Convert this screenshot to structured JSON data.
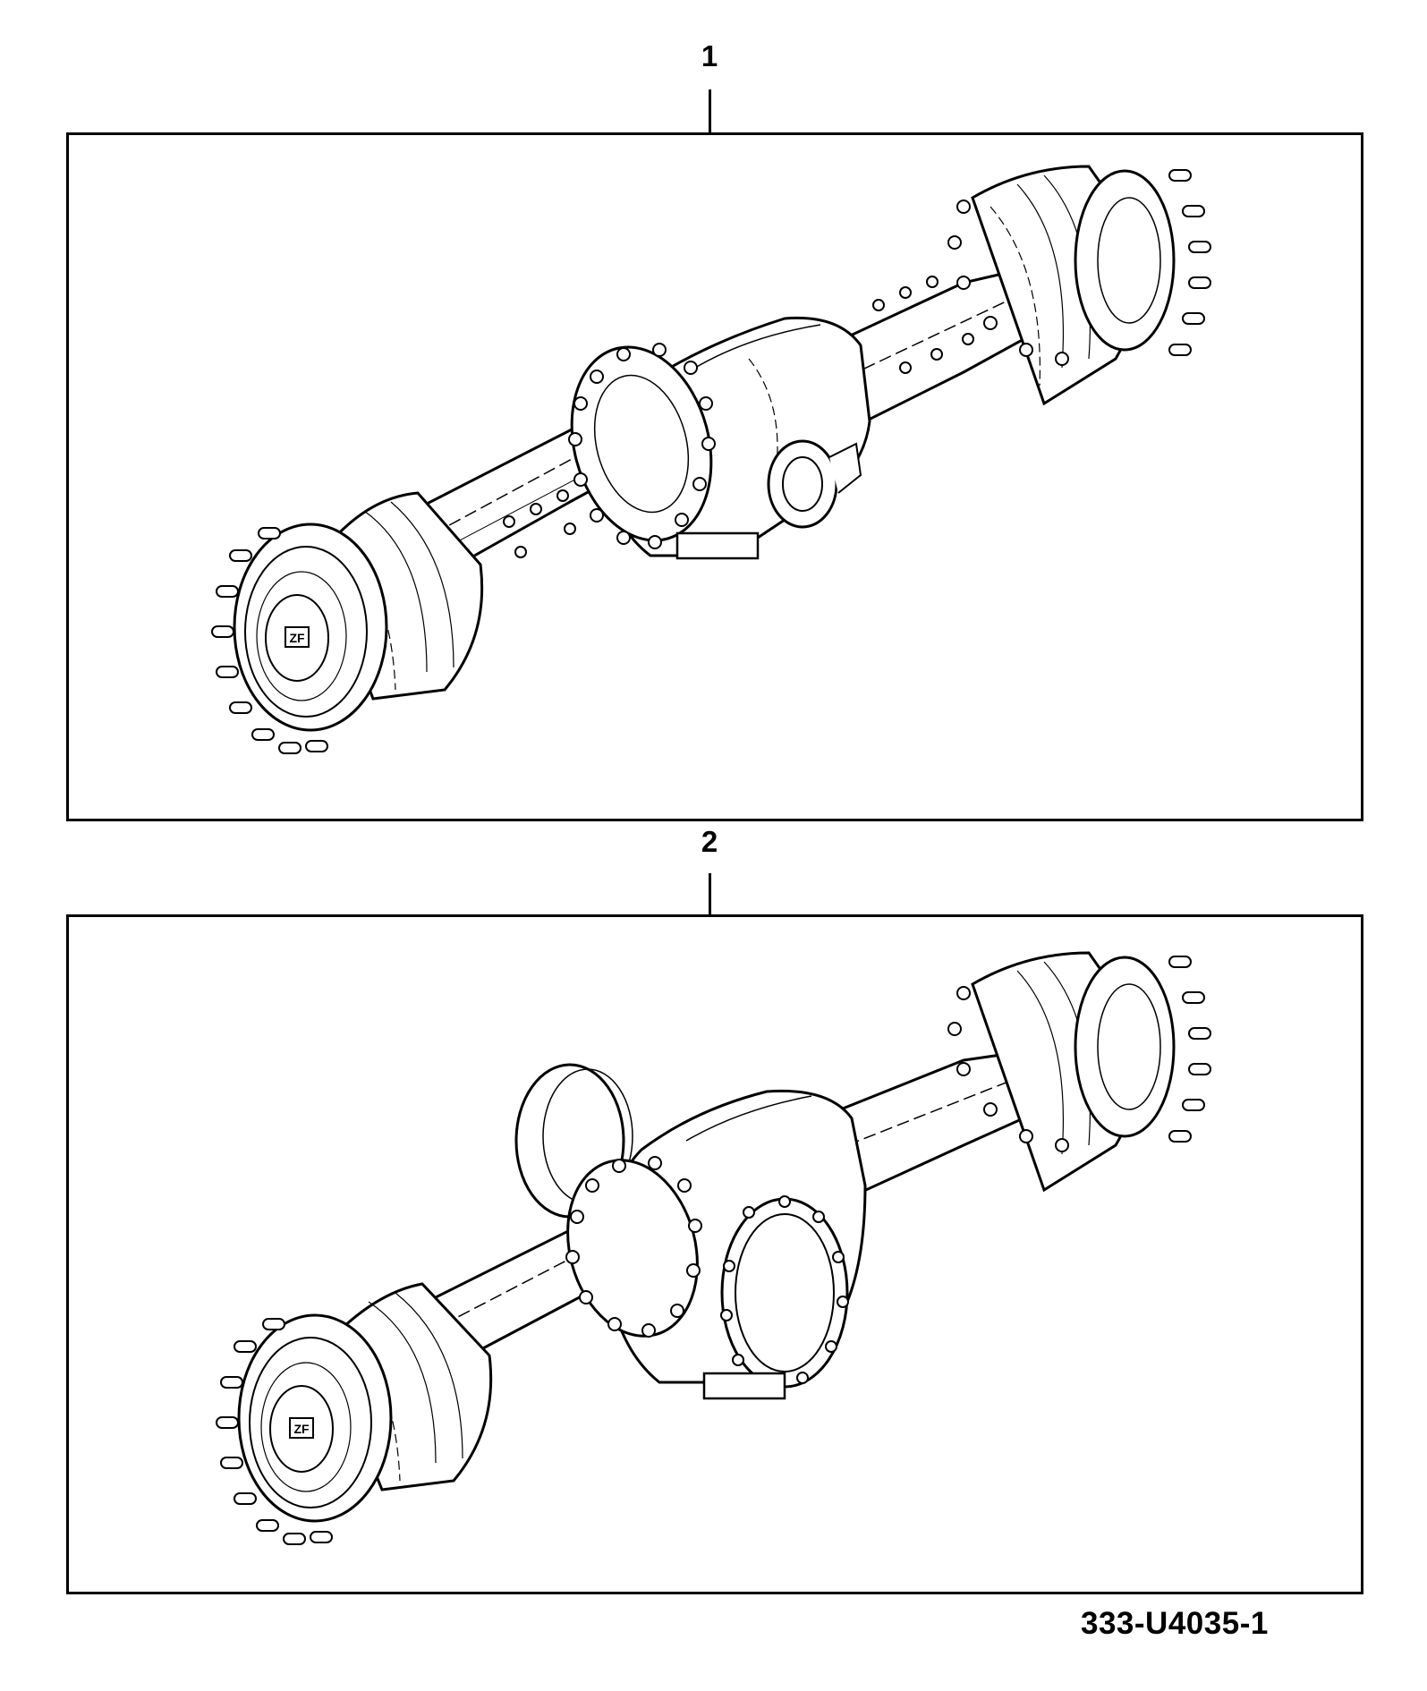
{
  "diagram": {
    "items": [
      {
        "callout": "1",
        "logo_text": "ZF",
        "description_icon": "drive-axle-with-pinion-flange-icon"
      },
      {
        "callout": "2",
        "logo_text": "ZF",
        "description_icon": "drive-axle-with-round-housing-cover-icon"
      }
    ],
    "figure_id": "333-U4035-1"
  }
}
